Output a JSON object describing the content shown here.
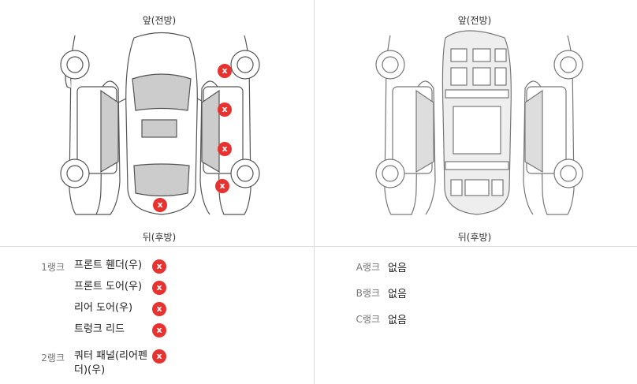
{
  "left_panel": {
    "front_label": "앞(전방)",
    "rear_label": "뒤(후방)"
  },
  "right_panel": {
    "front_label": "앞(전방)",
    "rear_label": "뒤(후방)"
  },
  "mark_symbol": "x",
  "left_list": {
    "rank1_label": "1랭크",
    "rank1_items": [
      "프론트 휀더(우)",
      "프론트 도어(우)",
      "리어 도어(우)",
      "트렁크 리드"
    ],
    "rank2_label": "2랭크",
    "rank2_items": [
      "쿼터 패널(리어펜",
      "더)(우)"
    ]
  },
  "right_list": {
    "rows": [
      {
        "rank": "A랭크",
        "value": "없음"
      },
      {
        "rank": "B랭크",
        "value": "없음"
      },
      {
        "rank": "C랭크",
        "value": "없음"
      }
    ]
  },
  "colors": {
    "mark": "#e8322f",
    "glass": "#cccccc",
    "divider": "#dcdcdc"
  }
}
